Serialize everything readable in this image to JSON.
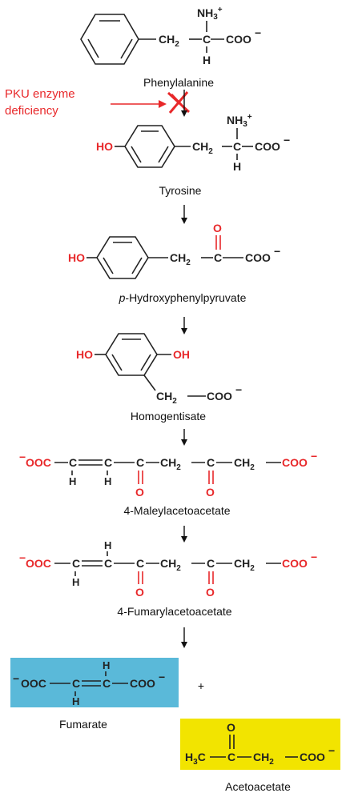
{
  "compounds": {
    "phenylalanine": "Phenylalanine",
    "tyrosine": "Tyrosine",
    "hppyruvate_italic": "p",
    "hppyruvate_rest": "-Hydroxyphenylpyruvate",
    "homogentisate": "Homogentisate",
    "maleylacetoacetate": "4-Maleylacetoacetate",
    "fumarylacetoacetate": "4-Fumarylacetoacetate",
    "fumarate": "Fumarate",
    "acetoacetate": "Acetoacetate"
  },
  "annotation": {
    "line1": "PKU enzyme",
    "line2": "deficiency"
  },
  "plus": "+",
  "groups": {
    "nh3": "NH",
    "nh3_sub": "3",
    "plus_charge": "+",
    "ch2": "CH",
    "two": "2",
    "c": "C",
    "h": "H",
    "o": "O",
    "ho": "HO",
    "oh": "OH",
    "coo": "COO",
    "ooc": "OOC",
    "minus": "−",
    "h3c": "H",
    "h3c_sub": "3",
    "h3c_c": "C"
  },
  "colors": {
    "red": "#e8282a",
    "fumarate_box": "#5ab9d9",
    "acetoacetate_box": "#f2e400"
  }
}
